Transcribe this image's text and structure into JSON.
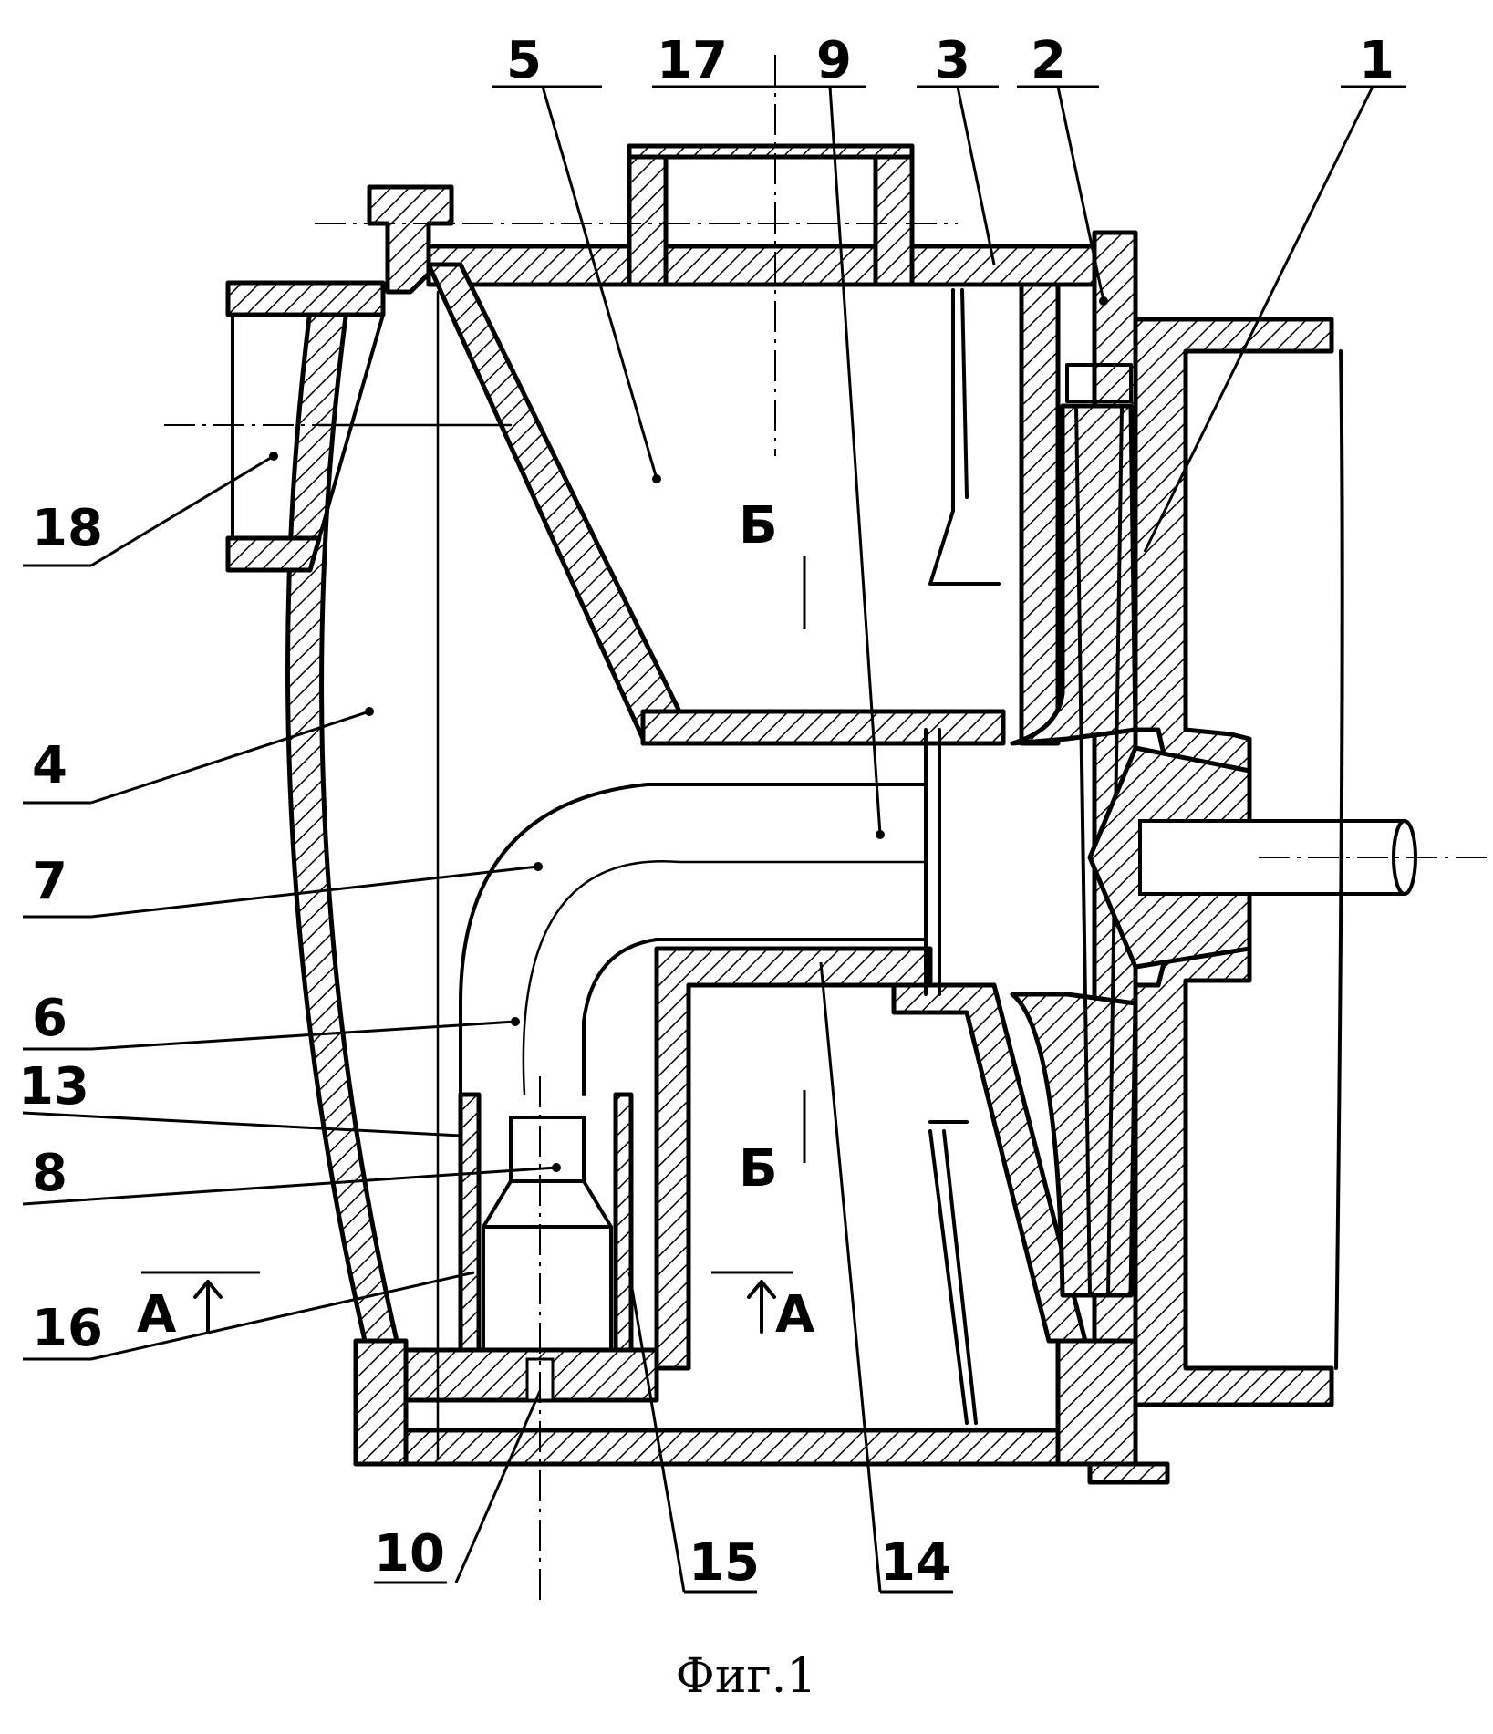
{
  "labels": {
    "l1": "1",
    "l2": "2",
    "l3": "3",
    "l4": "4",
    "l5": "5",
    "l6": "6",
    "l7": "7",
    "l8": "8",
    "l9": "9",
    "l10": "10",
    "l13": "13",
    "l14": "14",
    "l15": "15",
    "l16": "16",
    "l17": "17",
    "l18": "18"
  },
  "sections": {
    "b_upper": "Б",
    "b_lower": "Б",
    "a_left": "А",
    "a_right": "А"
  },
  "caption": "Фиг.1"
}
